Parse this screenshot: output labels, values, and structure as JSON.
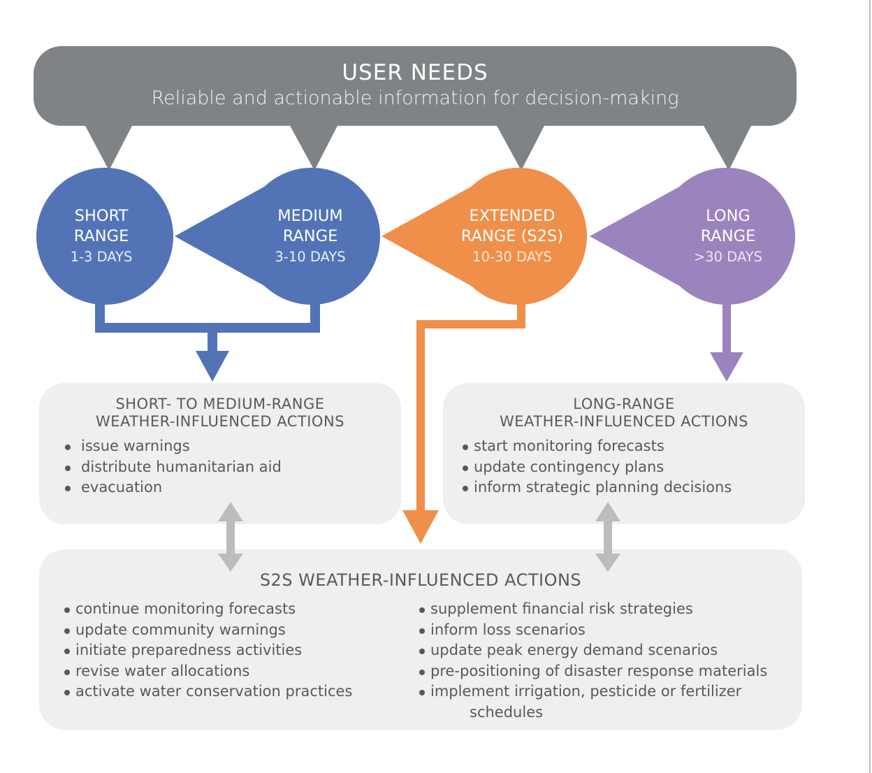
{
  "header": {
    "title": "USER NEEDS",
    "subtitle": "Reliable and actionable information for decision-making"
  },
  "ranges": [
    {
      "name_line1": "SHORT",
      "name_line2": "RANGE",
      "days": "1-3 DAYS",
      "color": "#5274b6"
    },
    {
      "name_line1": "MEDIUM",
      "name_line2": "RANGE",
      "days": "3-10 DAYS",
      "color": "#5274b6"
    },
    {
      "name_line1": "EXTENDED",
      "name_line2": "RANGE (S2S)",
      "days": "10-30 DAYS",
      "color": "#f08f4a"
    },
    {
      "name_line1": "LONG",
      "name_line2": "RANGE",
      "days": ">30 DAYS",
      "color": "#9b83bd"
    }
  ],
  "short_medium_box": {
    "title_line1": "SHORT- TO MEDIUM-RANGE",
    "title_line2": "WEATHER-INFLUENCED ACTIONS",
    "items": [
      "issue warnings",
      "distribute humanitarian aid",
      "evacuation"
    ]
  },
  "long_box": {
    "title_line1": "LONG-RANGE",
    "title_line2": "WEATHER-INFLUENCED ACTIONS",
    "items": [
      "start monitoring forecasts",
      "update contingency plans",
      "inform strategic planning decisions"
    ]
  },
  "s2s_box": {
    "title": "S2S WEATHER-INFLUENCED ACTIONS",
    "left_items": [
      "continue monitoring forecasts",
      "update community warnings",
      "initiate preparedness activities",
      "revise water allocations",
      "activate water conservation practices"
    ],
    "right_items": [
      "supplement financial risk strategies",
      "inform loss scenarios",
      "update peak energy demand scenarios",
      "pre-positioning of disaster response materials",
      "implement irrigation, pesticide or fertilizer"
    ],
    "right_last_continuation": "schedules"
  },
  "colors": {
    "header_gray": "#808385",
    "box_gray": "#efeff0",
    "blue": "#5274b6",
    "orange": "#f08f4a",
    "purple": "#9b83bd",
    "double_arrow": "#bcbcbe"
  }
}
